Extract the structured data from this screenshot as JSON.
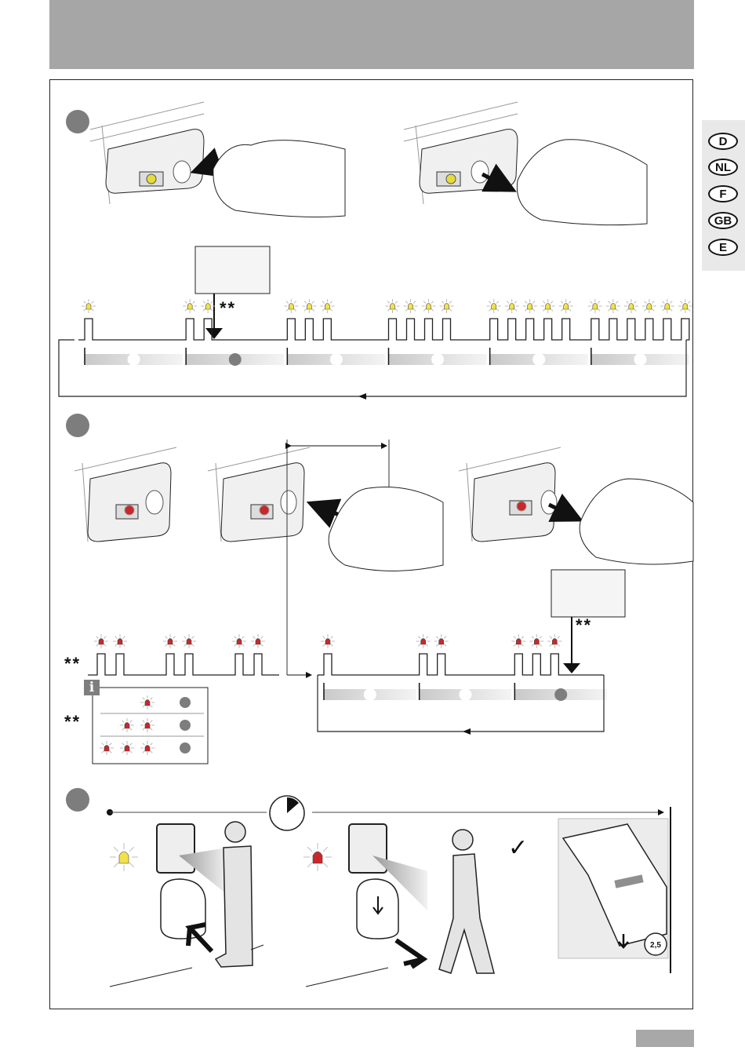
{
  "header": {
    "color": "#a7a6a6"
  },
  "languages": [
    {
      "code": "D"
    },
    {
      "code": "NL"
    },
    {
      "code": "F"
    },
    {
      "code": "GB"
    },
    {
      "code": "E"
    }
  ],
  "steps": [
    {
      "id": "step-1",
      "led_color": "yellow",
      "panels": [
        "press-button-inward",
        "release-button"
      ],
      "blink_sequence": {
        "group_pulses": [
          1,
          2,
          3,
          4,
          5,
          6
        ],
        "selected_group_index": 1,
        "marker": "**",
        "loop": true
      }
    },
    {
      "id": "step-2",
      "led_color": "red",
      "panels": [
        "unit-idle",
        "press-button-with-distance",
        "release-button"
      ],
      "intro_sequence": {
        "marker": "**",
        "pulses": [
          2,
          2,
          2
        ]
      },
      "blink_sequence": {
        "group_pulses": [
          1,
          2,
          3
        ],
        "selected_group_index": 2,
        "marker": "**",
        "loop": true
      },
      "info_table": {
        "marker": "**",
        "rows": [
          {
            "leds": 1
          },
          {
            "leds": 2
          },
          {
            "leds": 3
          }
        ]
      }
    },
    {
      "id": "step-3",
      "scenes": [
        {
          "led_color": "yellow",
          "action": "user-approaches-urinal"
        },
        {
          "led_color": "red",
          "action": "user-leaves-flush",
          "check": "✓"
        },
        {
          "action": "close-cover",
          "tool_label": "2,5"
        }
      ],
      "timer_icon": "stopwatch-icon"
    }
  ],
  "colors": {
    "led_yellow": "#f2e24a",
    "led_red": "#c8282b",
    "dot_gray": "#7d7d7d",
    "page_gray": "#a9a8a8"
  },
  "labels": {
    "marker": "**",
    "info": "i",
    "check": "✓",
    "tool_size": "2,5"
  }
}
